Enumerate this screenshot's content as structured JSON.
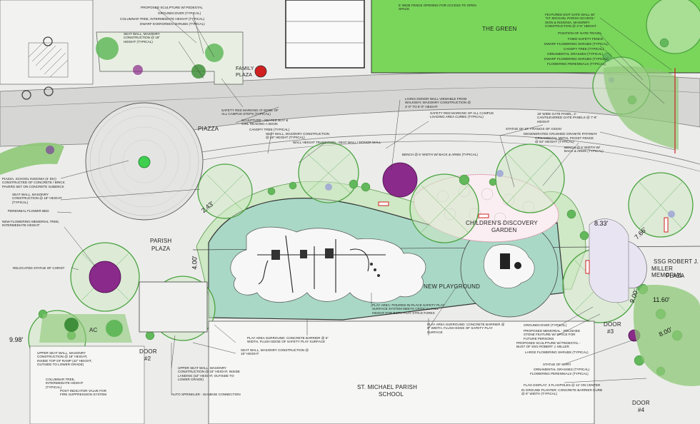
{
  "places": {
    "the_green": "THE GREEN",
    "piazza": "PIAZZA",
    "family_plaza": "FAMILY\nPLAZA",
    "parish_plaza_1": "PARISH",
    "parish_plaza_2": "PLAZA",
    "new_playground": "NEW PLAYGROUND",
    "childrens_garden_1": "CHILDREN'S DISCOVERY",
    "childrens_garden_2": "GARDEN",
    "school_1": "ST. MICHAEL PARISH",
    "school_2": "SCHOOL",
    "memorial_plaza_1": "SSG ROBERT J.",
    "memorial_plaza_2": "MILLER MEMORIAL",
    "memorial_plaza_3": "PLAZA",
    "door2_1": "DOOR",
    "door2_2": "#2",
    "door3_1": "DOOR",
    "door3_2": "#3",
    "door4_1": "DOOR",
    "door4_2": "#4",
    "ac": "AC"
  },
  "dimensions": {
    "d1": "2.43'",
    "d2": "4.00'",
    "d3": "8.33'",
    "d4": "7.66'",
    "d5": "9.00'",
    "d6": "11.60'",
    "d7": "8.00'",
    "d8": "9.98'"
  },
  "notes_top_left": [
    "PROPOSED SCULPTURE W/ PEDESTAL",
    "GROUNDCOVER (TYPICAL)",
    "COLUMNAR TREE, INTERMEDIATE HEIGHT (TYPICAL)",
    "DWARF EVERGREEN SHRUBS (TYPICAL)"
  ],
  "note_seat_wall_top": "SEAT WALL, MASONRY CONSTRUCTION @ 18\" HEIGHT (TYPICAL)",
  "note_fence_opening": "6' WIDE FENCE OPENING FOR ACCESS TO OPEN SPACE",
  "notes_top_right": [
    "FEATURED EXIT GATE WALL W/ \"ST. MICHAEL PARISH SCHOOL\" SIGN & INSIGNIA, MASONRY CONSTRUCTION @ 4'-6\" HEIGHT",
    "POSITION OF GATE TRAVEL",
    "FIXED SAFETY FENCE",
    "DWARF FLOWERING SHRUBS (TYPICAL)",
    "CANOPY TREE (TYPICAL)",
    "ORNAMENTAL GRASSES (TYPICAL)",
    "DWARF FLOWERING SHRUBS (TYPICAL)",
    "FLOWERING PERENNIALS (TYPICAL)"
  ],
  "notes_center_top": [
    "SAFETY RED MARKING AT EDGE OF ALL CAMPUS STEPS (TYPICAL)",
    "SCULPTURE - SEATED BOY & GIRL READING A BOOK",
    "CANOPY TREE (TYPICAL)",
    "SEAT WALL, MASONRY CONSTRUCTION @ 18\" HEIGHT (TYPICAL)",
    "WALL HEIGHT TRANSITION - SEAT WALL / DONOR WALL"
  ],
  "note_living_donor": "LIVING DONOR WALL VIEWABLE FROM WALKWAY, MASONRY CONSTRUCTION @ 4'-0\" TO 5'-0\" HEIGHT",
  "note_loading": "SAFETY RED MARKING OF ALL CAMPUS LOADING AREA CURBS (TYPICAL)",
  "notes_garden_right": [
    "18' WIDE GATE PANEL, 2-CANTILEVERED GATE PANELS @ 7'-6\" HEIGHT",
    "STATUE OF ST. FRANCIS OF ASSISI",
    "DEGENERATED CRUSHED GRANITE PATHWAY",
    "ORNAMENTAL METAL PICKET FENCE @ 54\" HEIGHT (TYPICAL)",
    "BENCH @ 6' WIDTH W/ BACK & ARMS (TYPICAL)"
  ],
  "note_bench_center": "BENCH @ 6' WIDTH W/ BACK & ARMS (TYPICAL)",
  "notes_left": [
    "PIAZZA, SCHOOL INSIGNIA (4' DIA) CONSTRUCTED OF CONCRETE / BRICK PAVERS SET ON CONCRETE SUBDECK",
    "SEAT WALL, MASONRY CONSTRUCTION @ 18\" HEIGHT (TYPICAL)",
    "PERENNIAL FLOWER BED",
    "NEW FLOWERING MEMORIAL TREE, INTERMEDIATE HEIGHT",
    "RELOCATED STATUE OF CHRIST"
  ],
  "notes_bottom_left": [
    "UPPER SEAT WALL, MASONRY CONSTRUCTION @ 18\" HEIGHT, INSIDE TOP OF RAMP (42\" HEIGHT, OUTSIDE TO LOWER GRADE)",
    "COLUMNAR TREE, INTERMEDIATE HEIGHT (TYPICAL)",
    "POST INDICATOR VALVE FOR FIRE SUPPRESSION SYSTEM"
  ],
  "notes_bottom_center": [
    "UPPER SEAT WALL, MASONRY CONSTRUCTION @ 18\" HEIGHT, INSIDE LANDING (42\" HEIGHT, OUTSIDE TO LOWER GRADE)",
    "AUTO SPRINKLER - SIAMESE CONNECTION",
    "PLAY AREA SURROUND: CONCRETE BARRIER @ 6\" WIDTH, FLUSH EDGE OF SAFETY PLAY SURFACE",
    "SEAT WALL, MASONRY CONSTRUCTION @ 18\" HEIGHT",
    "PLAY AREA: POURED-IN-PLACE SAFETY PLAY SURFACE SYSTEM MEETS CRITICAL FALL HEIGHT FOR BOTH PLAY STRUCTURES",
    "PLAY AREA SURROUND: CONCRETE BARRIER @ 6\" WIDTH, FLUSH EDGE OF SAFETY PLAY SURFACE"
  ],
  "notes_bottom_right": [
    "GROUNDCOVER (TYPICAL)",
    "PROPOSED MEMORIAL - POLISHED STONE FEATURE W/ SPACE FOR FUTURE PERSONS",
    "PROPOSED SCULPTURE W/ PEDESTAL - BUST OF SSG ROBERT J. MILLER",
    "LARGE FLOWERING SHRUBS (TYPICAL)",
    "STATUE OF MARY",
    "ORNAMENTAL GRASSES (TYPICAL)",
    "FLOWERING PERENNIALS (TYPICAL)",
    "FLAG DISPLAY: 3 FLAGPOLES @ 12' ON CENTER",
    "IN GROUND PLANTER: CONCRETE BARRIER CURB @ 6\" WIDTH (TYPICAL)"
  ],
  "colors": {
    "lawn": "#79d65a",
    "playground": "#a9d8c6",
    "hardscape": "#d3d4d2",
    "walkway": "#d9d9d7",
    "tree_outline": "#4aa23f",
    "tree_fill": "#cfe8c5",
    "purple_tree": "#8a2a8a",
    "planting": "#62b85a"
  }
}
